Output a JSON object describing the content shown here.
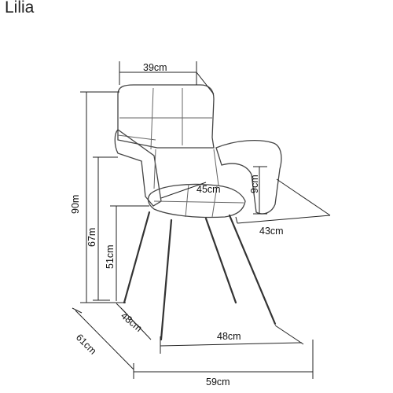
{
  "title": "Lilia",
  "dimensions": {
    "backrest_width": "39cm",
    "seat_depth": "45cm",
    "armrest_height": "9cm",
    "arm_width": "43cm",
    "total_height": "90m",
    "arm_height": "67m",
    "seat_height": "51cm",
    "seat_depth_base": "48cm",
    "base_width": "48cm",
    "overall_depth": "61cm",
    "overall_width": "59cm"
  }
}
